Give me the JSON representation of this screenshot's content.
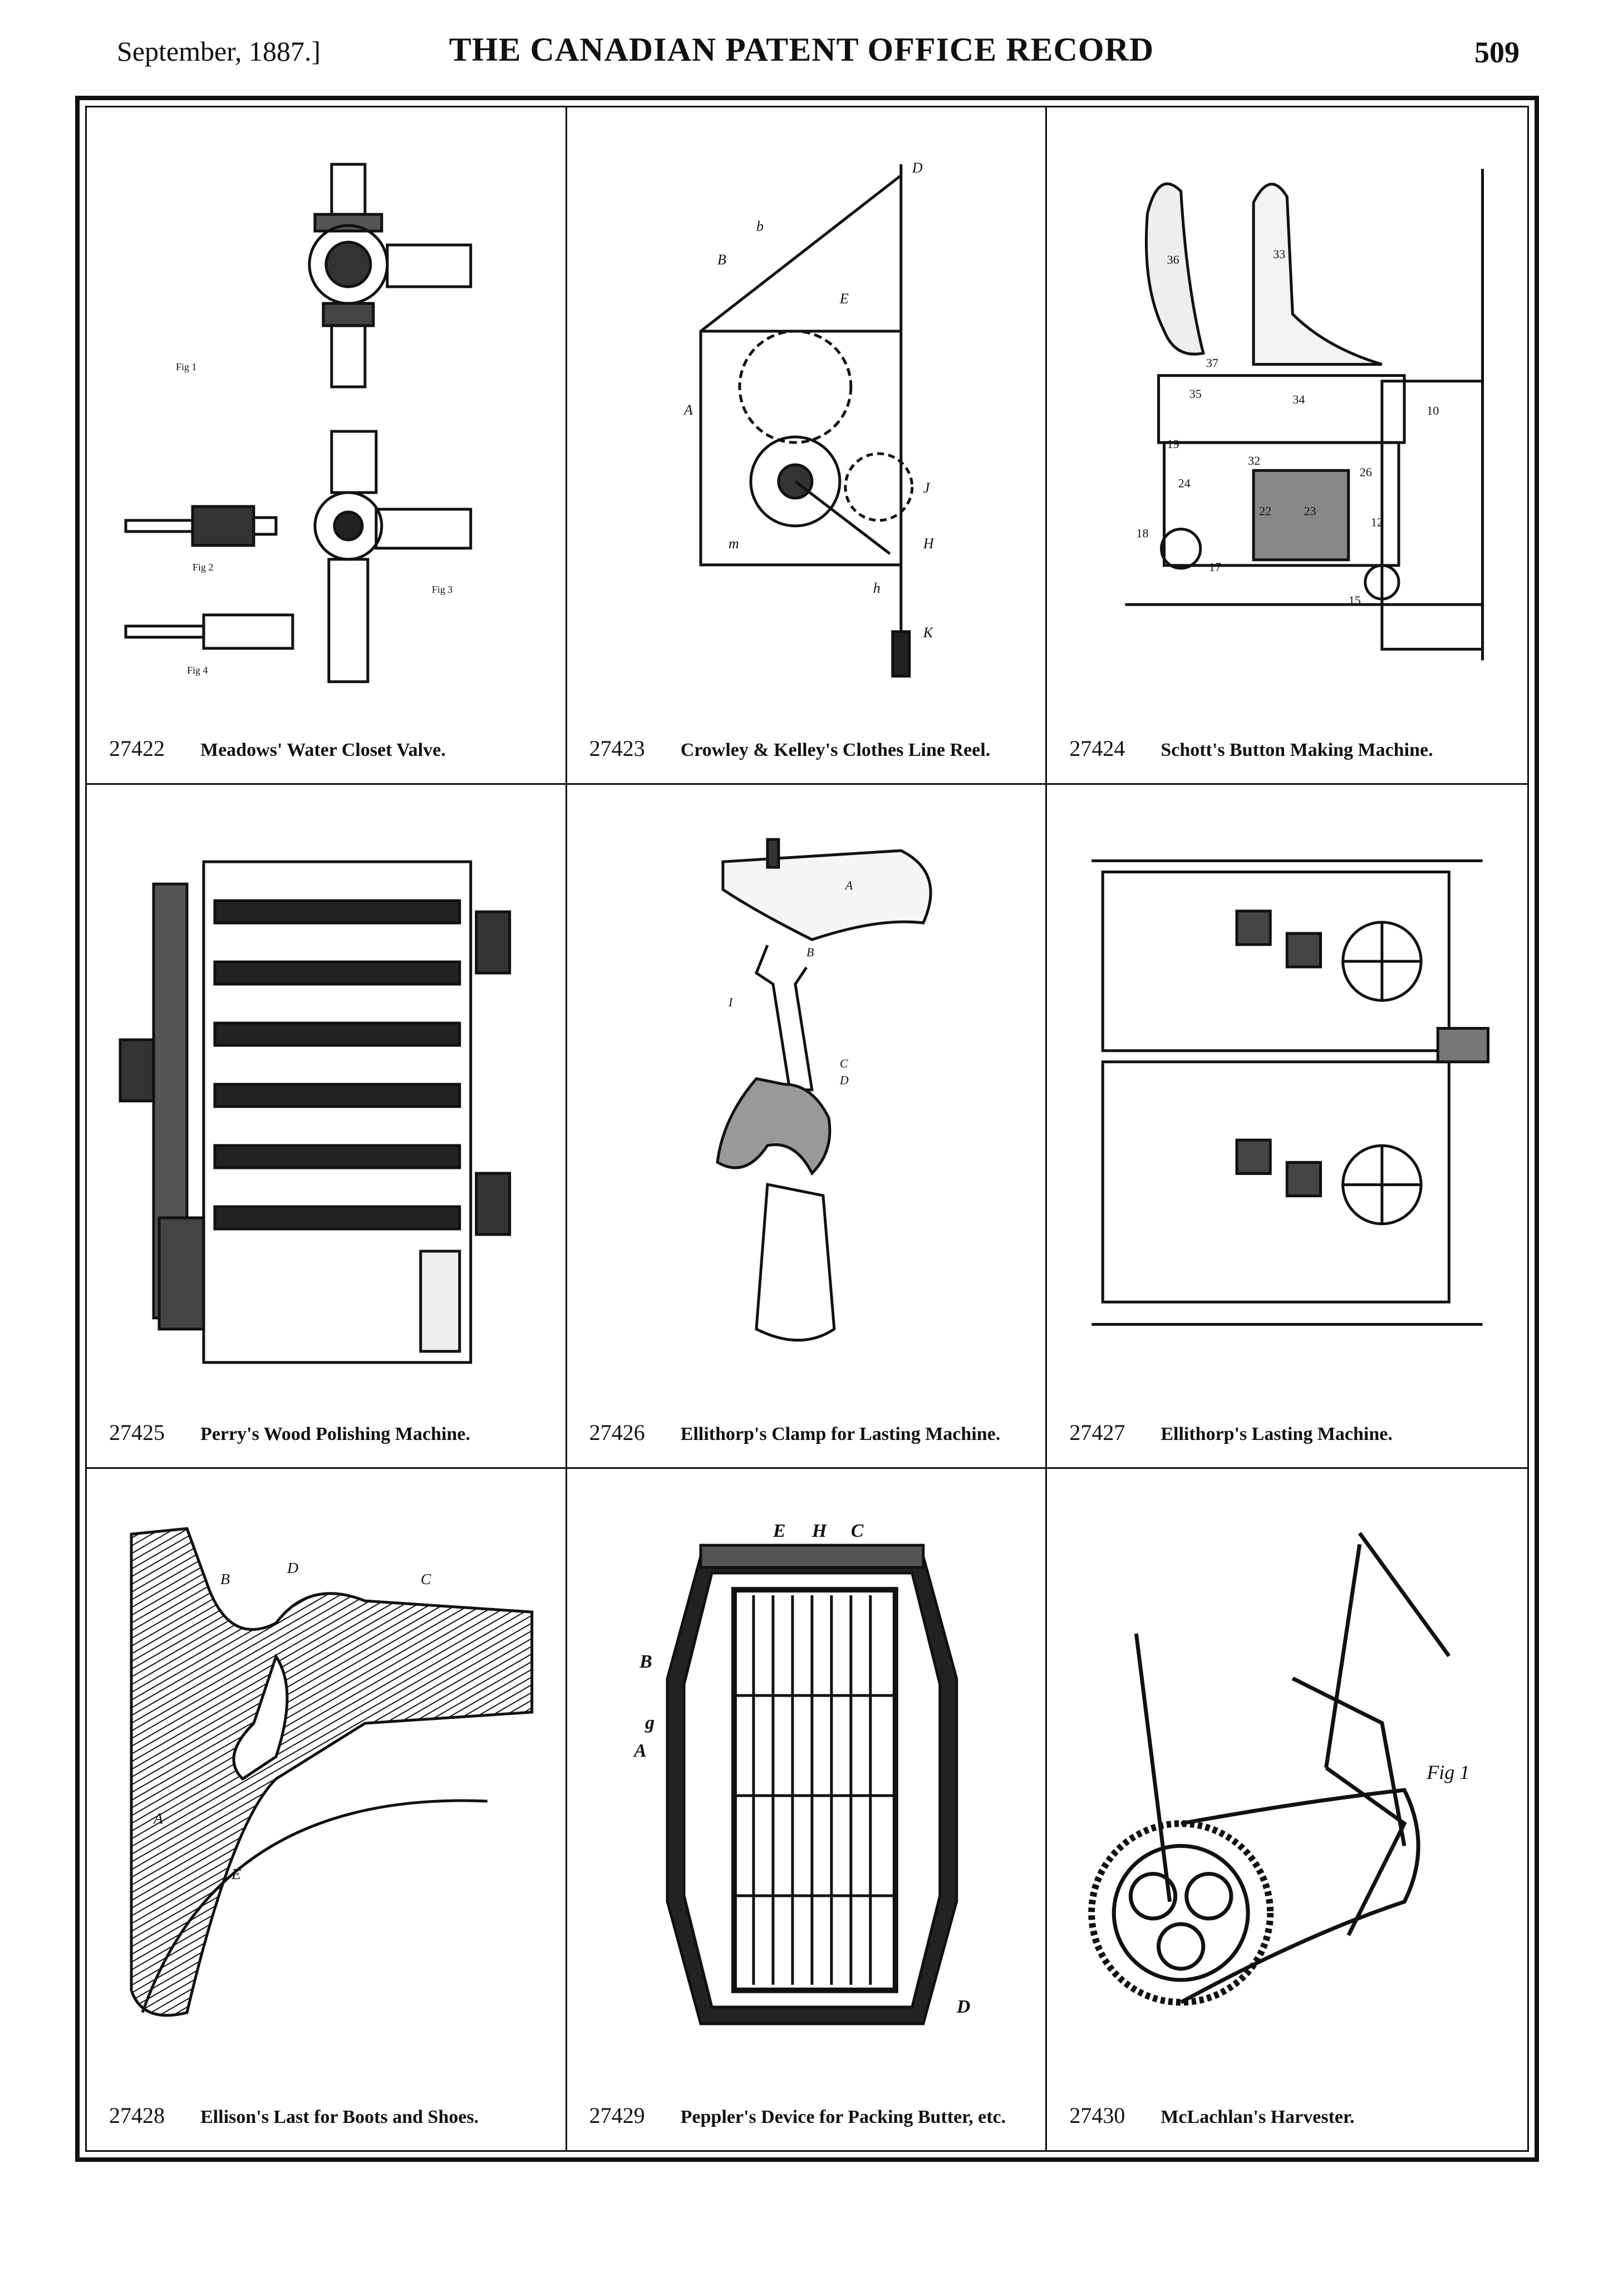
{
  "header": {
    "date": "September, 1887.]",
    "title": "THE CANADIAN PATENT OFFICE RECORD",
    "page_number": "509"
  },
  "plates": [
    {
      "number": "27422",
      "title": "Meadows' Water Closet Valve."
    },
    {
      "number": "27423",
      "title": "Crowley & Kelley's Clothes Line Reel."
    },
    {
      "number": "27424",
      "title": "Schott's Button Making Machine."
    },
    {
      "number": "27425",
      "title": "Perry's Wood Polishing Machine."
    },
    {
      "number": "27426",
      "title": "Ellithorp's Clamp for Lasting Machine."
    },
    {
      "number": "27427",
      "title": "Ellithorp's Lasting Machine."
    },
    {
      "number": "27428",
      "title": "Ellison's Last for Boots and Shoes."
    },
    {
      "number": "27429",
      "title": "Peppler's Device for Packing Butter, etc."
    },
    {
      "number": "27430",
      "title": "McLachlan's Harvester."
    }
  ],
  "figure_labels": {
    "valve": [
      "Fig 1",
      "Fig 2",
      "Fig 3",
      "Fig 4"
    ],
    "reel": [
      "D",
      "b",
      "B",
      "E",
      "A",
      "J",
      "H",
      "m",
      "h",
      "K"
    ],
    "button": [
      "36",
      "33",
      "37",
      "35",
      "34",
      "10",
      "19",
      "32",
      "24",
      "26",
      "22",
      "23",
      "12",
      "18",
      "17",
      "15"
    ],
    "clamp": [
      "A",
      "B",
      "I",
      "C",
      "D"
    ],
    "last": [
      "B",
      "D",
      "C",
      "A",
      "E"
    ],
    "butter": [
      "E",
      "H",
      "C",
      "B",
      "A",
      "g",
      "D"
    ],
    "harvester": [
      "Fig 1"
    ]
  }
}
